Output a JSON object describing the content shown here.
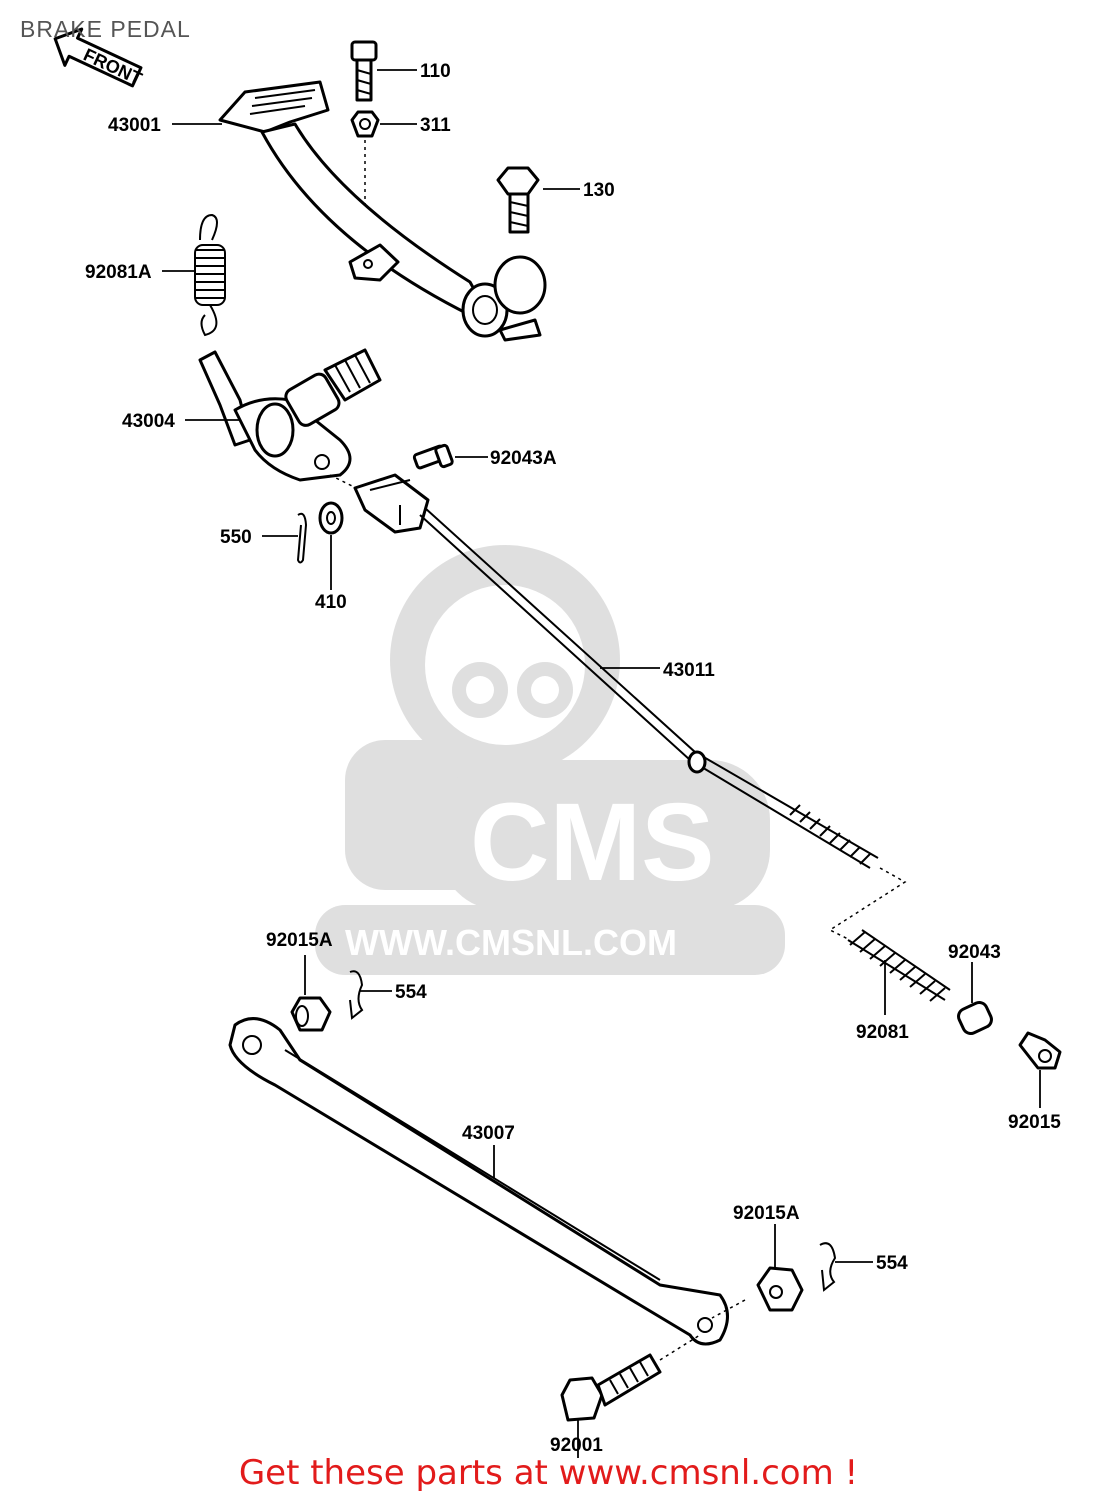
{
  "header": {
    "title": "BRAKE PEDAL"
  },
  "front_arrow": {
    "label": "FRONT"
  },
  "parts": [
    {
      "id": "p110",
      "number": "110"
    },
    {
      "id": "p311",
      "number": "311"
    },
    {
      "id": "p43001",
      "number": "43001"
    },
    {
      "id": "p130",
      "number": "130"
    },
    {
      "id": "p92081A",
      "number": "92081A"
    },
    {
      "id": "p43004",
      "number": "43004"
    },
    {
      "id": "p92043A",
      "number": "92043A"
    },
    {
      "id": "p550",
      "number": "550"
    },
    {
      "id": "p410",
      "number": "410"
    },
    {
      "id": "p43011",
      "number": "43011"
    },
    {
      "id": "p92015A_top",
      "number": "92015A"
    },
    {
      "id": "p554_top",
      "number": "554"
    },
    {
      "id": "p92043",
      "number": "92043"
    },
    {
      "id": "p92081",
      "number": "92081"
    },
    {
      "id": "p92015",
      "number": "92015"
    },
    {
      "id": "p43007",
      "number": "43007"
    },
    {
      "id": "p92015A_bottom",
      "number": "92015A"
    },
    {
      "id": "p554_bottom",
      "number": "554"
    },
    {
      "id": "p92001",
      "number": "92001"
    }
  ],
  "watermark": {
    "brand": "CMS",
    "url": "WWW.CMSNL.COM"
  },
  "footer": {
    "text": "Get these parts at www.cmsnl.com !",
    "color": "#e21b1b"
  }
}
